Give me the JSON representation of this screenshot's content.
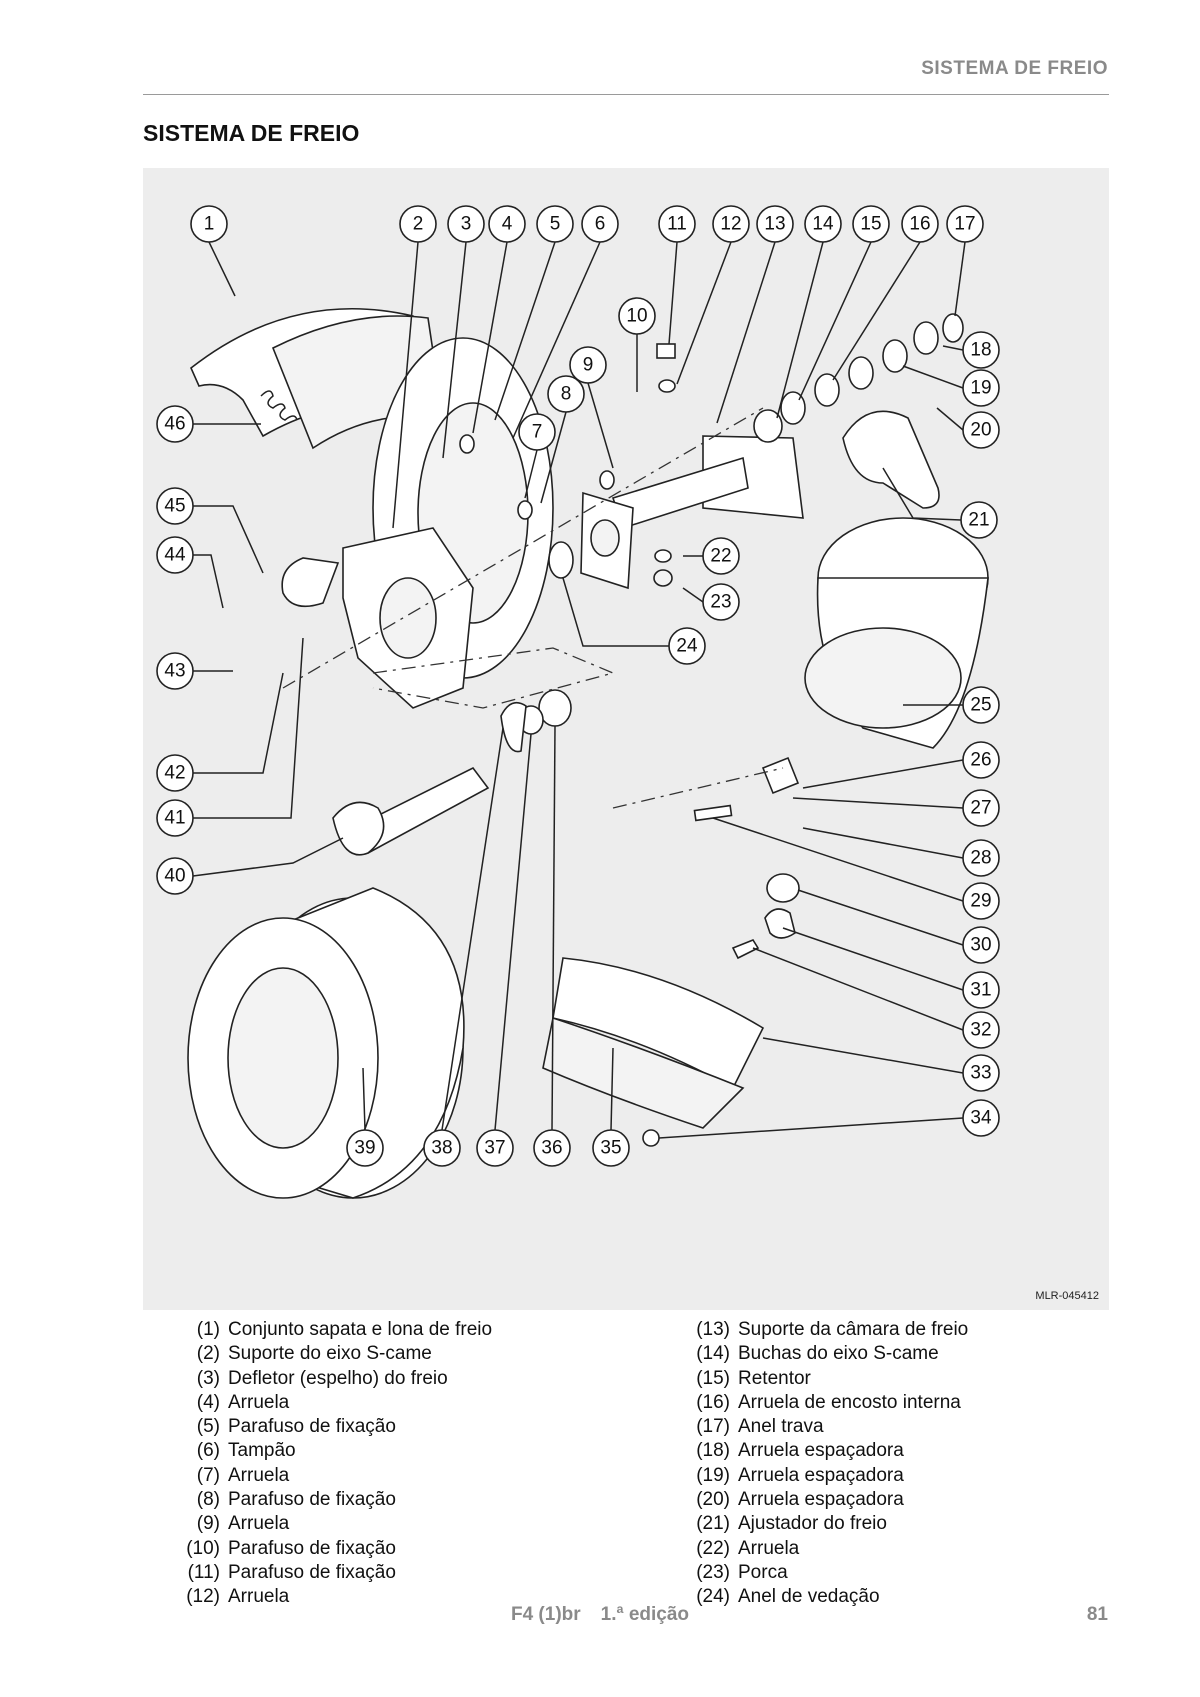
{
  "header": {
    "running_title": "SISTEMA DE FREIO"
  },
  "page": {
    "title": "SISTEMA DE FREIO"
  },
  "figure": {
    "code": "MLR-045412",
    "callouts": [
      "1",
      "2",
      "3",
      "4",
      "5",
      "6",
      "7",
      "8",
      "9",
      "10",
      "11",
      "12",
      "13",
      "14",
      "15",
      "16",
      "17",
      "18",
      "19",
      "20",
      "21",
      "22",
      "23",
      "24",
      "25",
      "26",
      "27",
      "28",
      "29",
      "30",
      "31",
      "32",
      "33",
      "34",
      "35",
      "36",
      "37",
      "38",
      "39",
      "40",
      "41",
      "42",
      "43",
      "44",
      "45",
      "46"
    ]
  },
  "legend": {
    "left": [
      {
        "num": "(1)",
        "text": "Conjunto sapata e lona de freio"
      },
      {
        "num": "(2)",
        "text": "Suporte do eixo S-came"
      },
      {
        "num": "(3)",
        "text": "Defletor (espelho) do freio"
      },
      {
        "num": "(4)",
        "text": "Arruela"
      },
      {
        "num": "(5)",
        "text": "Parafuso de fixação"
      },
      {
        "num": "(6)",
        "text": "Tampão"
      },
      {
        "num": "(7)",
        "text": "Arruela"
      },
      {
        "num": "(8)",
        "text": "Parafuso de fixação"
      },
      {
        "num": "(9)",
        "text": "Arruela"
      },
      {
        "num": "(10)",
        "text": "Parafuso de fixação"
      },
      {
        "num": "(11)",
        "text": "Parafuso de fixação"
      },
      {
        "num": "(12)",
        "text": "Arruela"
      }
    ],
    "right": [
      {
        "num": "(13)",
        "text": "Suporte da câmara de freio"
      },
      {
        "num": "(14)",
        "text": "Buchas do eixo S-came"
      },
      {
        "num": "(15)",
        "text": "Retentor"
      },
      {
        "num": "(16)",
        "text": "Arruela de encosto interna"
      },
      {
        "num": "(17)",
        "text": "Anel trava"
      },
      {
        "num": "(18)",
        "text": "Arruela espaçadora"
      },
      {
        "num": "(19)",
        "text": "Arruela espaçadora"
      },
      {
        "num": "(20)",
        "text": "Arruela espaçadora"
      },
      {
        "num": "(21)",
        "text": "Ajustador do freio"
      },
      {
        "num": "(22)",
        "text": "Arruela"
      },
      {
        "num": "(23)",
        "text": "Porca"
      },
      {
        "num": "(24)",
        "text": "Anel de vedação"
      }
    ]
  },
  "footer": {
    "doc": "F4 (1)br",
    "edition": "1.ª edição",
    "page_number": "81"
  }
}
